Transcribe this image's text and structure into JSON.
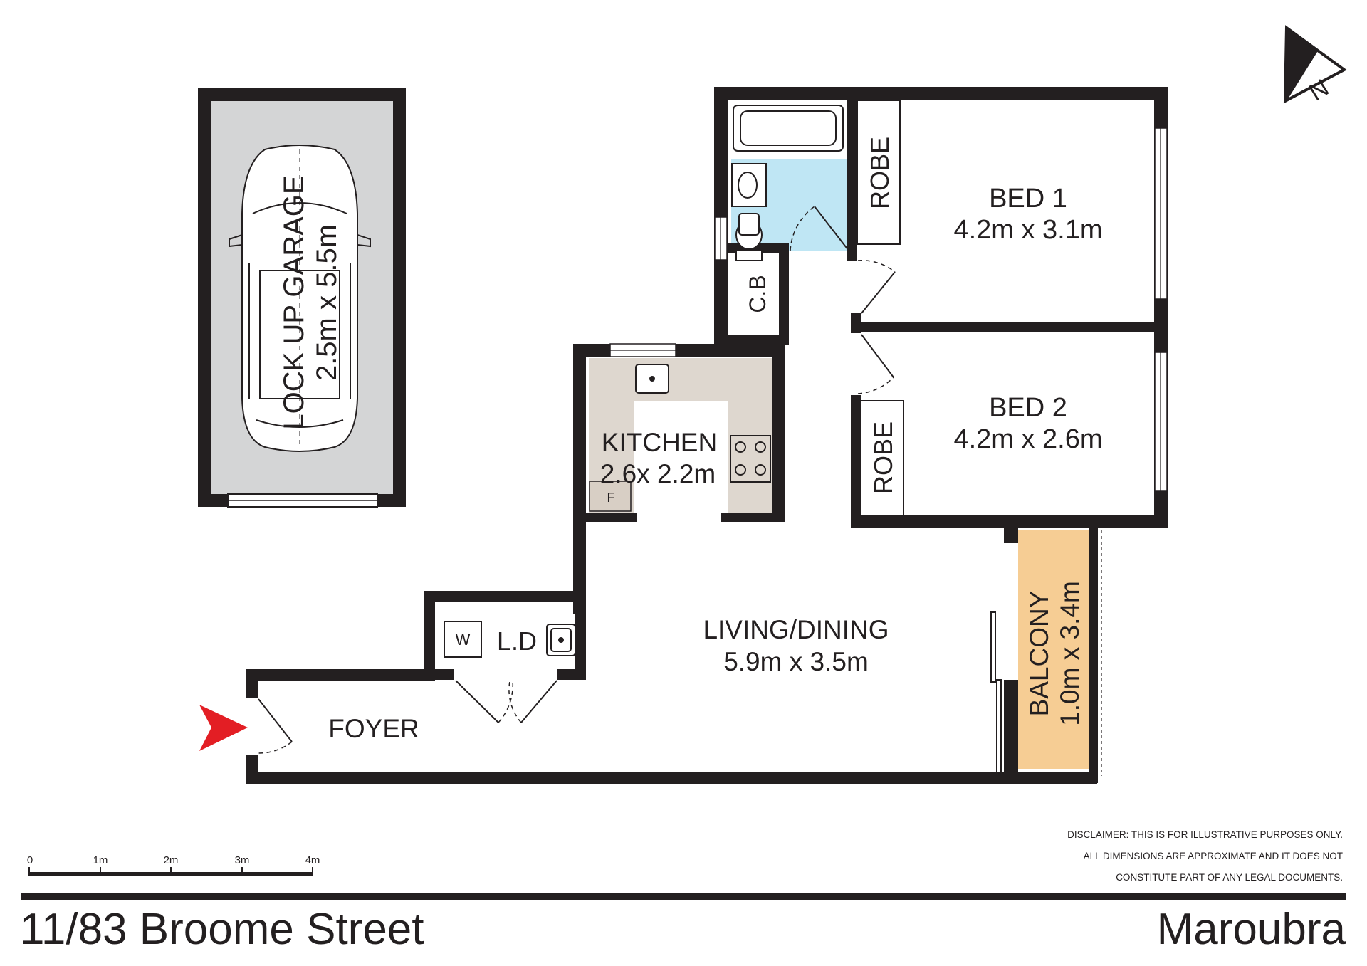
{
  "rooms": {
    "garage": {
      "name": "LOCK UP GARAGE",
      "size": "2.5m x 5.5m"
    },
    "bed1": {
      "name": "BED 1",
      "size": "4.2m x 3.1m"
    },
    "bed2": {
      "name": "BED 2",
      "size": "4.2m x 2.6m"
    },
    "robe1": "ROBE",
    "robe2": "ROBE",
    "cb": "C.B",
    "kitchen": {
      "name": "KITCHEN",
      "size": "2.6x 2.2m"
    },
    "fridge": "F",
    "laundry": "L.D",
    "washer": "W",
    "living": {
      "name": "LIVING/DINING",
      "size": "5.9m x 3.5m"
    },
    "foyer": "FOYER",
    "balcony": {
      "name": "BALCONY",
      "size": "1.0m x 3.4m"
    }
  },
  "compass": {
    "label": "N"
  },
  "scale_bar": {
    "ticks": [
      "0",
      "1m",
      "2m",
      "3m",
      "4m"
    ]
  },
  "disclaimer": [
    "DISCLAIMER: THIS IS FOR ILLUSTRATIVE PURPOSES ONLY.",
    "ALL DIMENSIONS ARE APPROXIMATE AND IT DOES NOT",
    "CONSTITUTE PART OF ANY LEGAL DOCUMENTS."
  ],
  "footer": {
    "address": "11/83 Broome Street",
    "suburb": "Maroubra"
  },
  "colors": {
    "wall": "#231f20",
    "garage_fill": "#d4d5d6",
    "bathroom_fill": "#bfe6f4",
    "kitchen_fill": "#ded7cf",
    "balcony_fill": "#f6cd94",
    "entry_arrow": "#e31e24"
  }
}
